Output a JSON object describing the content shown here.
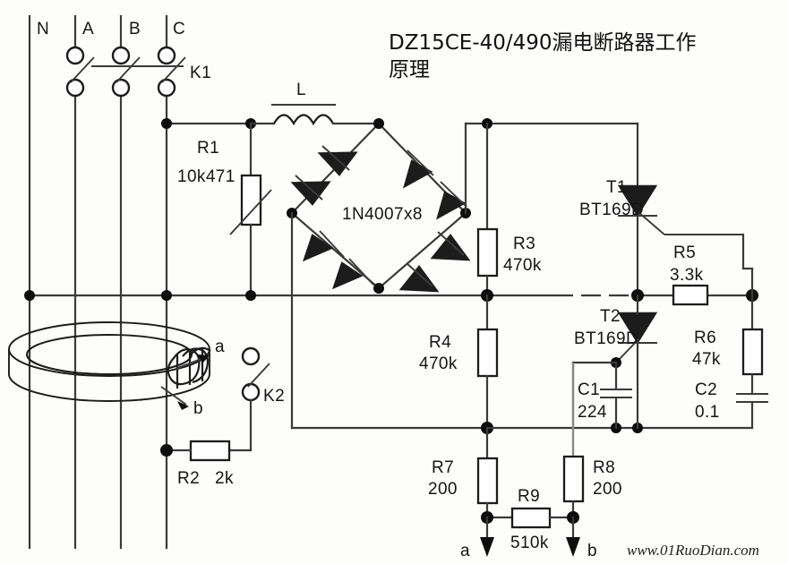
{
  "title": {
    "line1": "DZ15CE-40/490漏电断路器工作",
    "line2": "原理"
  },
  "watermark": "www.01RuoDian.com",
  "phases": [
    {
      "name": "N",
      "label": "N"
    },
    {
      "name": "A",
      "label": "A"
    },
    {
      "name": "B",
      "label": "B"
    },
    {
      "name": "C",
      "label": "C"
    }
  ],
  "switches": [
    {
      "id": "K1",
      "label": "K1"
    },
    {
      "id": "K2",
      "label": "K2"
    }
  ],
  "inductor": {
    "label": "L"
  },
  "bridge": {
    "label": "1N4007x8"
  },
  "components": [
    {
      "id": "R1",
      "ref": "R1",
      "value": "10k471",
      "type": "varistor"
    },
    {
      "id": "R2",
      "ref": "R2",
      "value": "2k",
      "type": "resistor"
    },
    {
      "id": "R3",
      "ref": "R3",
      "value": "470k",
      "type": "resistor"
    },
    {
      "id": "R4",
      "ref": "R4",
      "value": "470k",
      "type": "resistor"
    },
    {
      "id": "R5",
      "ref": "R5",
      "value": "3.3k",
      "type": "resistor"
    },
    {
      "id": "R6",
      "ref": "R6",
      "value": "47k",
      "type": "resistor"
    },
    {
      "id": "R7",
      "ref": "R7",
      "value": "200",
      "type": "resistor"
    },
    {
      "id": "R8",
      "ref": "R8",
      "value": "200",
      "type": "resistor"
    },
    {
      "id": "R9",
      "ref": "R9",
      "value": "510k",
      "type": "resistor"
    },
    {
      "id": "C1",
      "ref": "C1",
      "value": "224",
      "type": "capacitor"
    },
    {
      "id": "C2",
      "ref": "C2",
      "value": "0.1",
      "type": "capacitor"
    },
    {
      "id": "T1",
      "ref": "T1",
      "value": "BT169D",
      "type": "thyristor"
    },
    {
      "id": "T2",
      "ref": "T2",
      "value": "BT169D",
      "type": "thyristor"
    }
  ],
  "terminals": {
    "ct_a": "a",
    "ct_b": "b",
    "out_a": "a",
    "out_b": "b"
  },
  "colors": {
    "wire": "#3a3a3a",
    "component": "#1c1c1c",
    "node": "#0d0d0d",
    "gray_wire": "#8a8a8a",
    "background": "#fdfdfc"
  }
}
